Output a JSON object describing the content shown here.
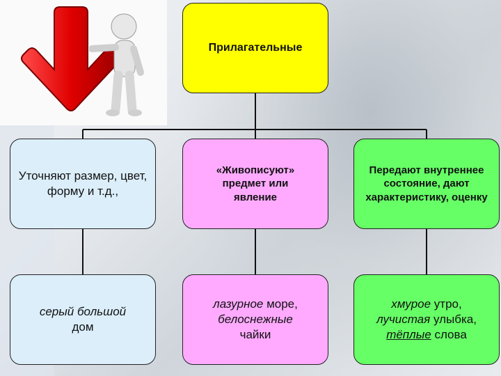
{
  "root": {
    "label": "Прилагательные"
  },
  "categories": [
    {
      "label": "Уточняют размер, цвет, форму и т.д.,"
    },
    {
      "label": "«Живописуют» предмет или явление"
    },
    {
      "label": "Передают внутреннее состояние, дают характеристику, оценку"
    }
  ],
  "examples": [
    {
      "adj": "серый большой",
      "noun": " дом"
    },
    {
      "adj1": "лазурное",
      "noun1": " море,",
      "adj2": "белоснежные",
      "noun2": "чайки"
    },
    {
      "adj1": "хмурое",
      "noun1": " утро,",
      "adj2": "лучистая",
      "noun2": " улыбка,",
      "adj3": "тёплые",
      "noun3": " слова"
    }
  ],
  "colors": {
    "root": "#ffff00",
    "col1": "#dbeefa",
    "col2": "#ffaaff",
    "col3": "#66ff66",
    "arrow": "#d40000"
  },
  "icons": [
    "red-down-arrow-icon",
    "person-figure-icon"
  ]
}
